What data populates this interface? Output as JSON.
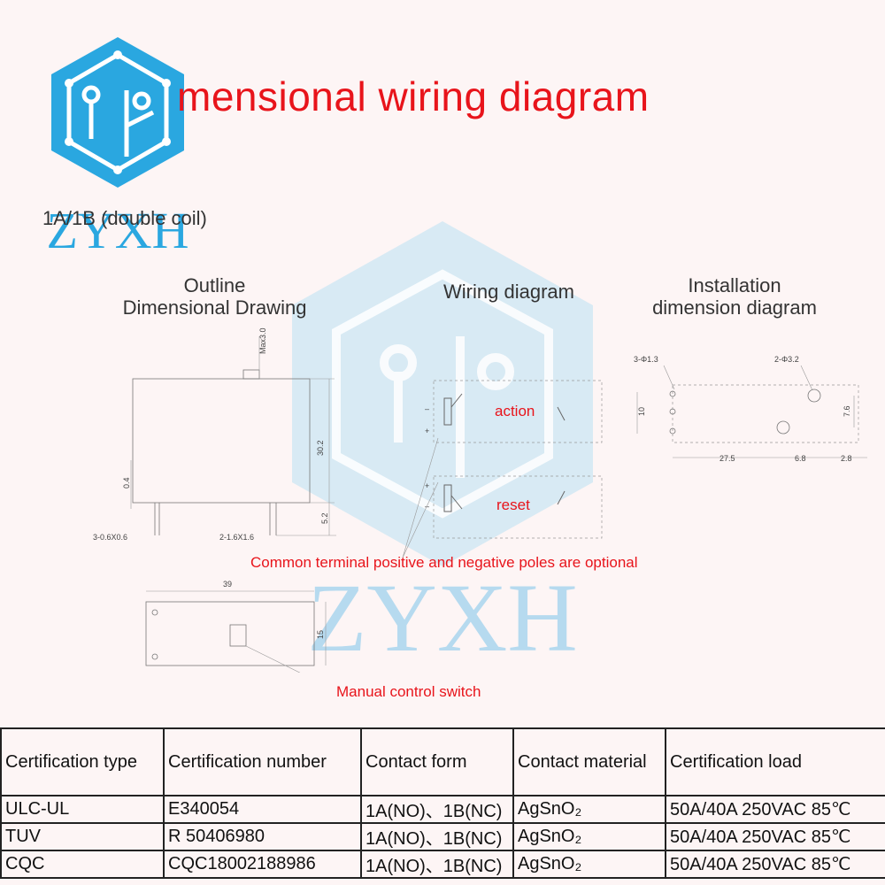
{
  "header": {
    "title": "mensional wiring diagram",
    "subtitle": "1A/1B (double coil)"
  },
  "watermark": {
    "text": "ZYXH",
    "color": "#2aa7e0"
  },
  "sections": {
    "outline": "Outline\nDimensional Drawing",
    "wiring": "Wiring diagram",
    "installation": "Installation\ndimension diagram"
  },
  "outline_dims": {
    "max": "Max3.0",
    "height": "30.2",
    "pin": "0.4",
    "pin_len": "5.2",
    "pins_a": "3-0.6X0.6",
    "pins_b": "2-1.6X1.6",
    "length": "39",
    "width": "15"
  },
  "wiring_labels": {
    "action": "action",
    "reset": "reset",
    "note": "Common terminal positive and negative poles are optional",
    "switch": "Manual control switch",
    "plus": "+",
    "minus": "–"
  },
  "install_dims": {
    "holes_small": "3-Φ1.3",
    "holes_large": "2-Φ3.2",
    "h10": "10",
    "h76": "7.6",
    "w275": "27.5",
    "w68": "6.8",
    "w28": "2.8"
  },
  "table": {
    "headers": [
      "Certification type",
      "Certification number",
      "Contact form",
      "Contact material",
      "Certification load"
    ],
    "rows": [
      [
        "ULC-UL",
        "E340054",
        "1A(NO)、1B(NC)",
        "AgSnO₂",
        "50A/40A 250VAC 85℃"
      ],
      [
        "TUV",
        "R 50406980",
        "1A(NO)、1B(NC)",
        "AgSnO₂",
        "50A/40A 250VAC 85℃"
      ],
      [
        "CQC",
        "CQC18002188986",
        "1A(NO)、1B(NC)",
        "AgSnO₂",
        "50A/40A 250VAC 85℃"
      ]
    ]
  }
}
